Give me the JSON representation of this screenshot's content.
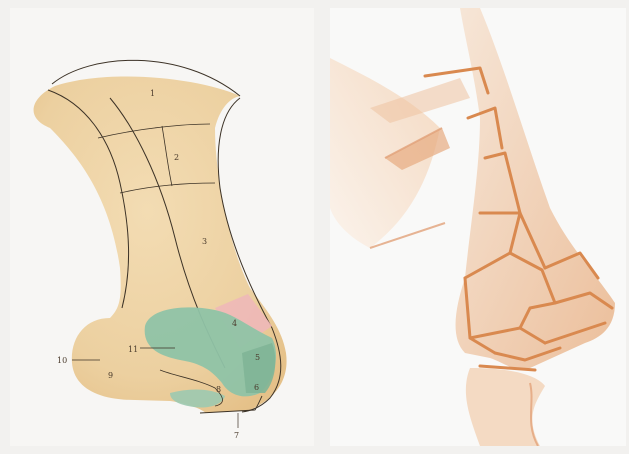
{
  "figure_left": {
    "region_labels": [
      "1",
      "2",
      "3",
      "4",
      "5",
      "6",
      "7",
      "8",
      "9",
      "10",
      "11"
    ]
  },
  "figure_right": {},
  "colors": {
    "skin": "#eed5a8",
    "skin_shadow": "#e6c48c",
    "cartilage_green": "#8fc3a6",
    "cartilage_pink": "#eeb8b8",
    "outline": "#3c3226",
    "sketch_orange": "#d9894f"
  }
}
